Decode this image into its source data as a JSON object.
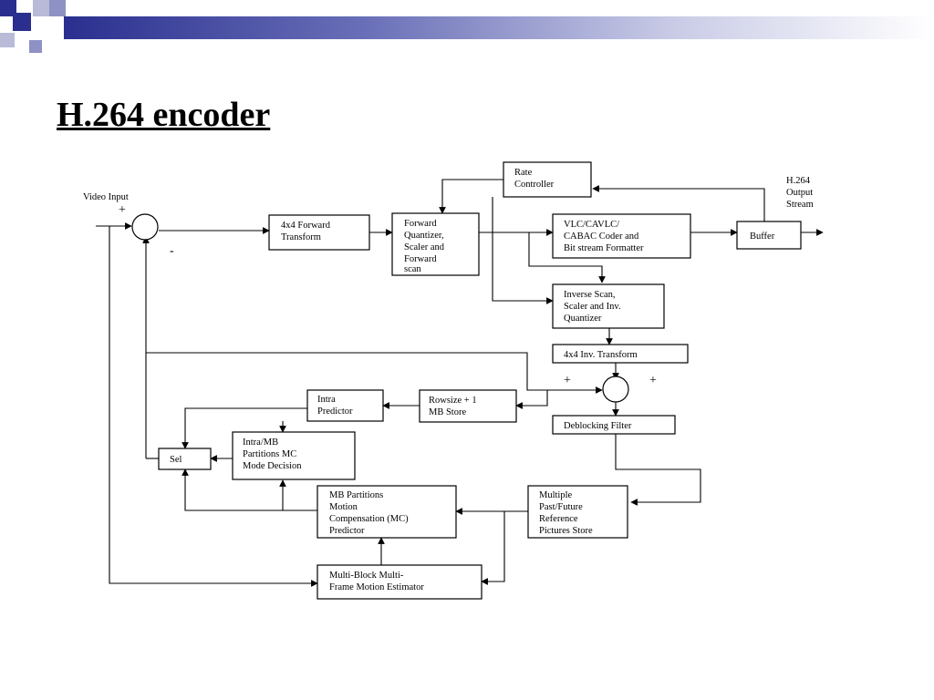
{
  "slide": {
    "title": "H.264 encoder"
  },
  "diagram": {
    "input_label": "Video Input",
    "output_label": [
      "H.264",
      "Output",
      "Stream"
    ],
    "signs": {
      "input_plus": "+",
      "input_minus": "-",
      "recon_plus_left": "+",
      "recon_plus_right": "+"
    },
    "blocks": {
      "rate_controller": [
        "Rate",
        "Controller"
      ],
      "forward_transform": [
        "4x4 Forward",
        "Transform"
      ],
      "forward_quantizer": [
        "Forward",
        "Quantizer,",
        "Scaler and",
        "Forward",
        "scan"
      ],
      "vlc_coder": [
        "VLC/CAVLC/",
        "CABAC Coder and",
        "Bit stream Formatter"
      ],
      "buffer": [
        "Buffer"
      ],
      "inverse_scan": [
        "Inverse Scan,",
        "Scaler and Inv.",
        "Quantizer"
      ],
      "inv_transform": [
        "4x4 Inv. Transform"
      ],
      "deblocking": [
        "Deblocking Filter"
      ],
      "intra_predictor": [
        "Intra",
        "Predictor"
      ],
      "rowsize_store": [
        "Rowsize + 1",
        "MB Store"
      ],
      "sel": [
        "Sel"
      ],
      "mode_decision": [
        "Intra/MB",
        "Partitions MC",
        "Mode Decision"
      ],
      "mc_predictor": [
        "MB Partitions",
        "Motion",
        "Compensation (MC)",
        "Predictor"
      ],
      "reference_store": [
        "Multiple",
        "Past/Future",
        "Reference",
        "Pictures Store"
      ],
      "motion_estimator": [
        "Multi-Block Multi-",
        "Frame Motion Estimator"
      ]
    }
  }
}
